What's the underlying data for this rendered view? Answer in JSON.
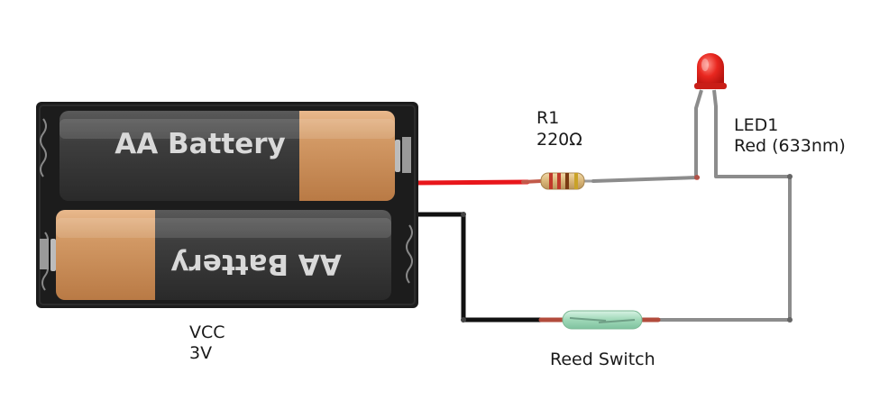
{
  "battery_pack": {
    "cell_top_label": "AA Battery",
    "cell_bottom_label": "AA Battery",
    "name": "VCC",
    "value": "3V"
  },
  "resistor": {
    "name": "R1",
    "value": "220Ω"
  },
  "led": {
    "name": "LED1",
    "value": "Red (633nm)"
  },
  "reed_switch": {
    "name": "Reed Switch"
  },
  "colors": {
    "wire_positive": "#e8161b",
    "wire_negative": "#111111",
    "wire_signal": "#8c8c8c",
    "battery_holder": "#1c1c1c",
    "battery_copper": "#c98a55",
    "led_body": "#e0261e",
    "reed_glass": "#a6dcbf"
  }
}
